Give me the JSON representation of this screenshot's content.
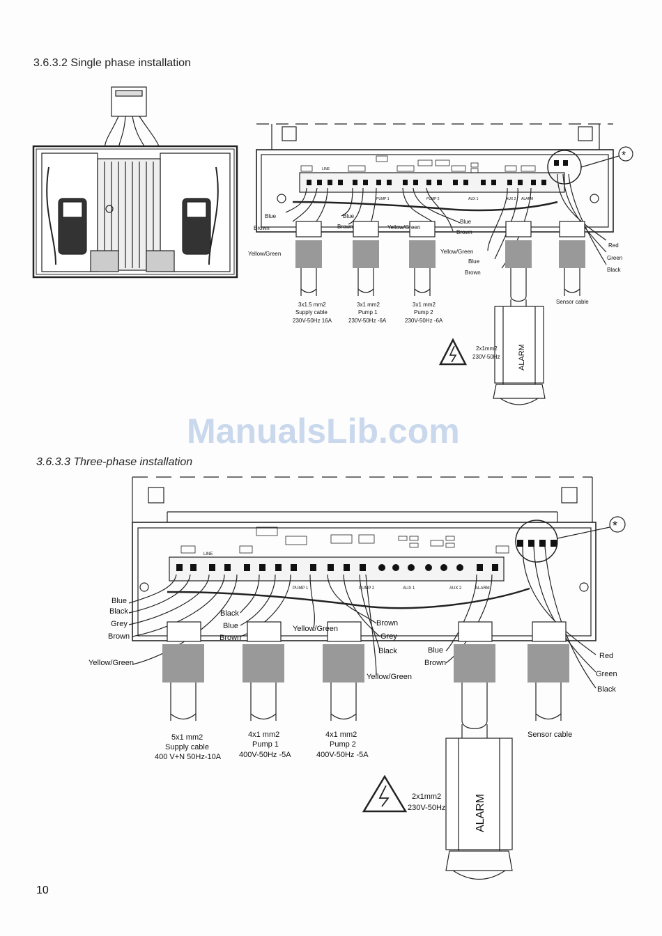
{
  "headings": {
    "single": "3.6.3.2 Single phase installation",
    "three": "3.6.3.3 Three-phase installation"
  },
  "watermark": "ManualsLib.com",
  "page_number": "10",
  "single": {
    "wires_left": [
      "Blue",
      "Brown",
      "Yellow/Green"
    ],
    "wires_pump1": [
      "Blue",
      "Brown"
    ],
    "wires_mid": [
      "Yellow/Green",
      "Blue",
      "Brown"
    ],
    "wires_mid2": [
      "Yellow/Green",
      "Blue",
      "Brown"
    ],
    "wires_sensor": [
      "Red",
      "Green",
      "Black"
    ],
    "cable_supply": [
      "3x1.5 mm2",
      "Supply cable",
      "230V-50Hz 16A"
    ],
    "cable_pump1": [
      "3x1 mm2",
      "Pump 1",
      "230V-50Hz -6A"
    ],
    "cable_pump2": [
      "3x1 mm2",
      "Pump 2",
      "230V-50Hz -6A"
    ],
    "cable_sensor": "Sensor cable",
    "alarm_spec": [
      "2x1mm2",
      "230V-50Hz"
    ],
    "alarm_label": "ALARM",
    "terminals": [
      "LINE",
      "PUMP 1",
      "PUMP 2",
      "AUX 1",
      "AUX 2",
      "ALARM"
    ]
  },
  "three": {
    "wires_left": [
      "Blue",
      "Black",
      "Grey",
      "Brown",
      "Yellow/Green"
    ],
    "wires_pump1": [
      "Black",
      "Blue",
      "Brown"
    ],
    "wires_mid": [
      "Yellow/Green"
    ],
    "wires_pump2": [
      "Brown",
      "Grey",
      "Black"
    ],
    "wires_yg2": "Yellow/Green",
    "wires_alarm": [
      "Blue",
      "Brown"
    ],
    "wires_sensor": [
      "Red",
      "Green",
      "Black"
    ],
    "cable_supply": [
      "5x1 mm2",
      "Supply cable",
      "400 V+N 50Hz-10A"
    ],
    "cable_pump1": [
      "4x1 mm2",
      "Pump 1",
      "400V-50Hz -5A"
    ],
    "cable_pump2": [
      "4x1 mm2",
      "Pump 2",
      "400V-50Hz -5A"
    ],
    "cable_sensor": "Sensor cable",
    "alarm_spec": [
      "2x1mm2",
      "230V-50Hz"
    ],
    "alarm_label": "ALARM",
    "terminals": [
      "LINE",
      "PUMP 1",
      "PUMP 2",
      "AUX 1",
      "AUX 2",
      "ALARM"
    ]
  },
  "star": "*"
}
